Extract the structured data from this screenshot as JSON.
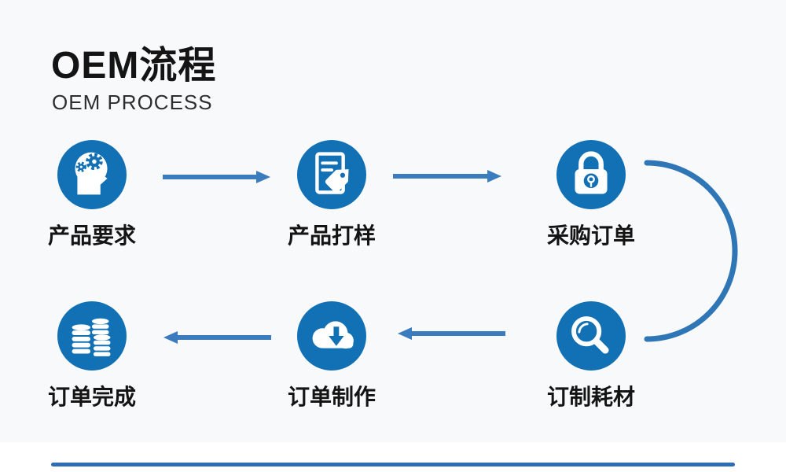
{
  "header": {
    "title": "OEM流程",
    "subtitle": "OEM PROCESS"
  },
  "process": {
    "steps": [
      {
        "label": "产品要求",
        "icon": "head-gears-icon"
      },
      {
        "label": "产品打样",
        "icon": "document-tag-icon"
      },
      {
        "label": "采购订单",
        "icon": "padlock-icon"
      },
      {
        "label": "订单完成",
        "icon": "coin-stacks-icon"
      },
      {
        "label": "订单制作",
        "icon": "cloud-download-icon"
      },
      {
        "label": "订制耗材",
        "icon": "magnifier-icon"
      }
    ],
    "flow_order": [
      "产品要求",
      "产品打样",
      "采购订单",
      "订制耗材",
      "订单制作",
      "订单完成"
    ]
  },
  "colors": {
    "circle_blue": "#1271b5",
    "arrow_blue": "#3a7cbd",
    "arc_blue": "#2e76b6",
    "footer_bar_blue": "#2e6db3",
    "canvas_background": "#f8f9fa",
    "text_black": "#141414"
  }
}
